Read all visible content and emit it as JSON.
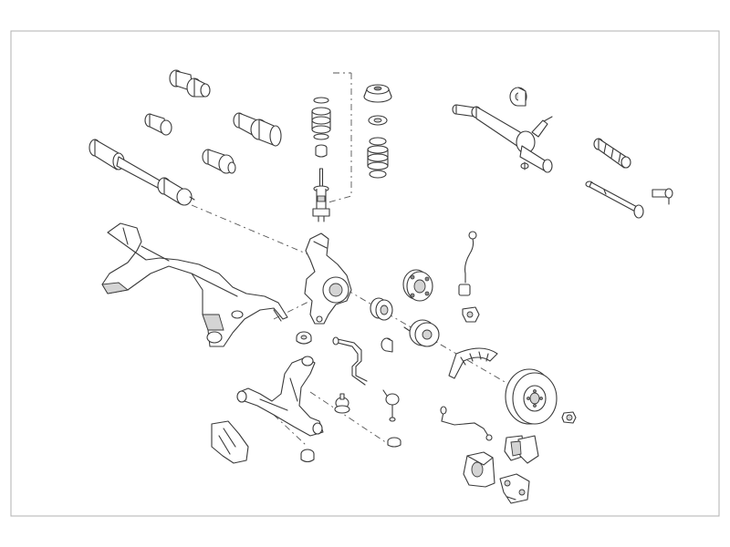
{
  "diagram": {
    "parts": [
      {
        "id": "axle-boot-large"
      },
      {
        "id": "axle-boot-small-left"
      },
      {
        "id": "axle-boot-joint"
      },
      {
        "id": "axle-boot-small-right"
      },
      {
        "id": "drive-shaft"
      },
      {
        "id": "strut-boot-spring"
      },
      {
        "id": "bump-stop"
      },
      {
        "id": "shock-absorber"
      },
      {
        "id": "strut-top-mount"
      },
      {
        "id": "strut-bearing"
      },
      {
        "id": "coil-spring"
      },
      {
        "id": "steering-rack"
      },
      {
        "id": "rack-bush"
      },
      {
        "id": "steering-boot"
      },
      {
        "id": "tie-rod"
      },
      {
        "id": "tie-rod-end"
      },
      {
        "id": "subframe"
      },
      {
        "id": "steering-knuckle"
      },
      {
        "id": "abs-sensor"
      },
      {
        "id": "wheel-bearing"
      },
      {
        "id": "bearing-ring"
      },
      {
        "id": "wheel-hub"
      },
      {
        "id": "brake-caliper-small"
      },
      {
        "id": "splash-shield"
      },
      {
        "id": "brake-disc"
      },
      {
        "id": "hub-nut"
      },
      {
        "id": "stabilizer-link"
      },
      {
        "id": "sway-bar-bush"
      },
      {
        "id": "wishbone-control-arm"
      },
      {
        "id": "ball-joint"
      },
      {
        "id": "ball-joint-pin"
      },
      {
        "id": "control-arm-bush-rear"
      },
      {
        "id": "control-arm-bush-front"
      },
      {
        "id": "heat-shield"
      },
      {
        "id": "pad-wear-sensor"
      },
      {
        "id": "brake-caliper"
      },
      {
        "id": "brake-pads"
      },
      {
        "id": "caliper-bracket"
      }
    ]
  }
}
